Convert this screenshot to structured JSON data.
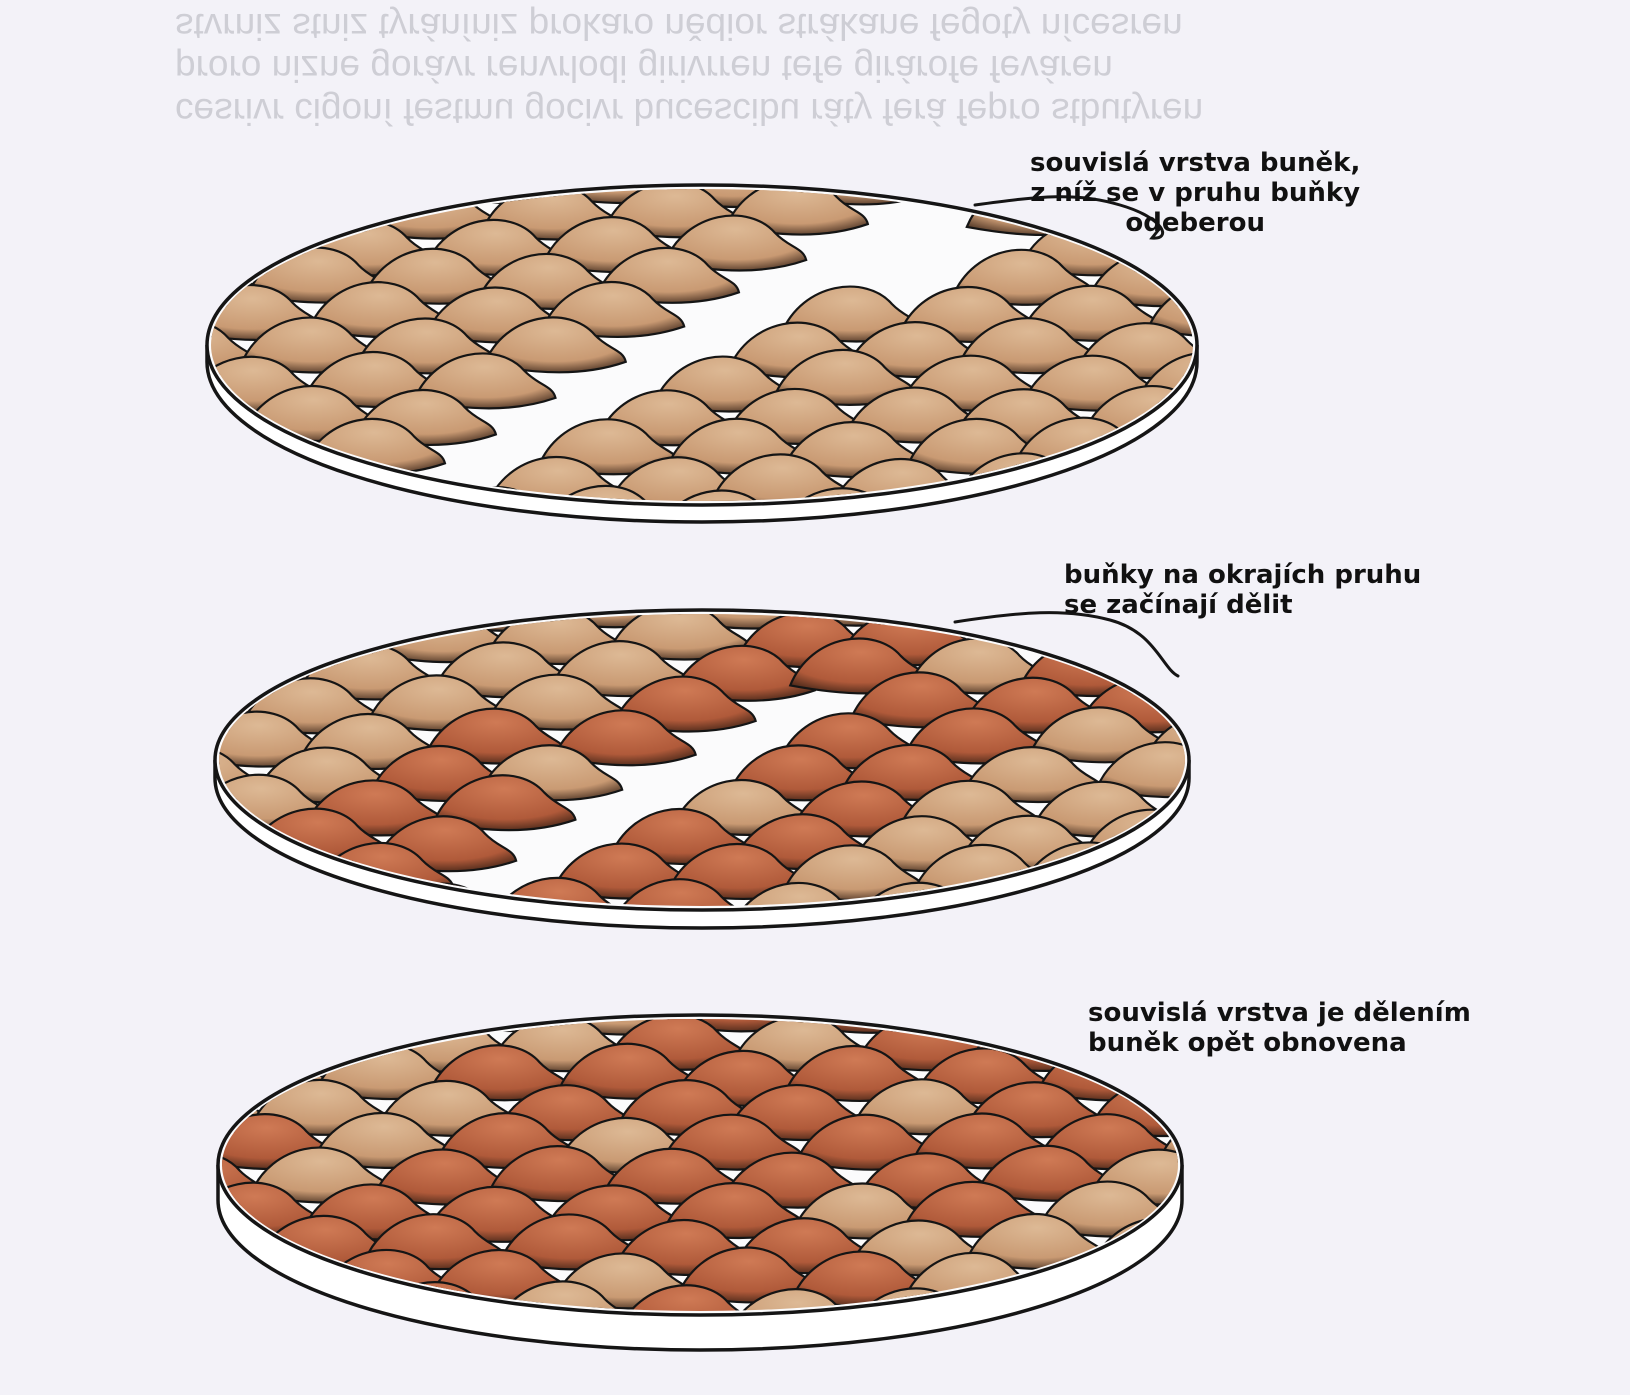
{
  "labels": {
    "plate1": [
      "souvislá vrstva buněk,",
      "z níž se v pruhu buňky",
      "odeberou"
    ],
    "plate2": [
      "buňky na okrajích pruhu",
      "se začínají dělit"
    ],
    "plate3": [
      "souvislá vrstva je dělením",
      "buněk opět obnovena"
    ]
  },
  "colors": {
    "paper": "#f3f2f8",
    "cell_light": "#c99a73",
    "cell_dark": "#b05a3a",
    "outline": "#151515"
  }
}
